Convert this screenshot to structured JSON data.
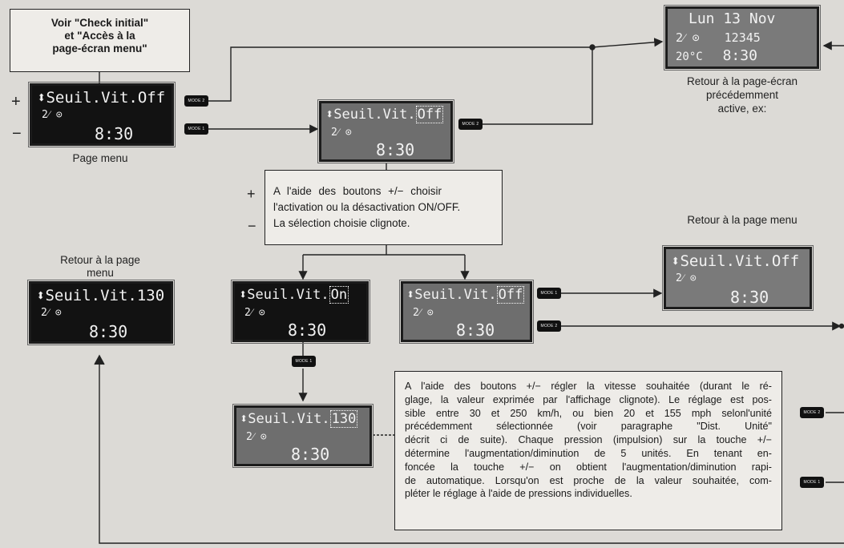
{
  "top_instruction": {
    "line1": "Voir \"Check initial\"",
    "line2": "et \"Accès à la",
    "line3": "page-écran menu\""
  },
  "page_menu_caption": "Page menu",
  "mode_label": "MODE",
  "plus": "+",
  "minus": "−",
  "lcd_menu": {
    "line1": "⬍Seuil.Vit.Off",
    "line2": "2⁄ ⊙",
    "time": "8:30"
  },
  "lcd_selected_off": {
    "prefix": "⬍Seuil.Vit.",
    "value": "Off",
    "line2": "2⁄ ⊙",
    "time": "8:30"
  },
  "lcd_on": {
    "prefix": "⬍Seuil.Vit.",
    "value": "On",
    "line2": "2⁄ ⊙",
    "time": "8:30"
  },
  "lcd_off": {
    "prefix": "⬍Seuil.Vit.",
    "value": "Off",
    "line2": "2⁄ ⊙",
    "time": "8:30"
  },
  "lcd_speed": {
    "prefix": "⬍Seuil.Vit.",
    "value": "130",
    "line2": "2⁄ ⊙",
    "time": "8:30"
  },
  "lcd_return_130": {
    "line1": "⬍Seuil.Vit.130",
    "line2": "2⁄ ⊙",
    "time": "8:30"
  },
  "lcd_return_menu": {
    "line1": "⬍Seuil.Vit.Off",
    "line2": "2⁄ ⊙",
    "time": "8:30"
  },
  "lcd_previous": {
    "line1": "Lun 13 Nov",
    "line2a": "2⁄ ⊙",
    "line2b": "12345",
    "line3a": "20°C",
    "line3b": "8:30"
  },
  "choose_instruction": {
    "line1": "A l'aide des boutons +/− choisir",
    "line2": "l'activation ou la désactivation ON/OFF.",
    "line3": "La sélection choisie clignote."
  },
  "return_previous": {
    "line1": "Retour à la page-écran",
    "line2": "précédemment",
    "line3": "active, ex:"
  },
  "return_menu_right": "Retour à la page menu",
  "return_menu_left": {
    "line1": "Retour à la page",
    "line2": "menu"
  },
  "speed_paragraph": {
    "line1": "A l'aide des boutons +/− régler la vitesse souhaitée (durant le ré-",
    "line2": "glage, la valeur exprimée par l'affichage clignote). Le réglage est pos-",
    "line3": "sible entre 30 et 250 km/h, ou bien 20 et 155 mph selonl'unité",
    "line4": "précédemment sélectionnée (voir paragraphe \"Dist. Unité\"",
    "line5": "décrit ci de suite). Chaque pression (impulsion) sur la touche +/−",
    "line6": "détermine l'augmentation/diminution de 5 unités. En tenant en-",
    "line7": "foncée la touche +/− on obtient l'augmentation/diminution rapi-",
    "line8": "de automatique. Lorsqu'on est proche de la valeur souhaitée, com-",
    "line9": "pléter le réglage à l'aide de pressions individuelles."
  },
  "colors": {
    "background": "#dcdad6",
    "lcd_dark": "#121212",
    "lcd_grey": "#6e6e6e",
    "line": "#222222"
  }
}
